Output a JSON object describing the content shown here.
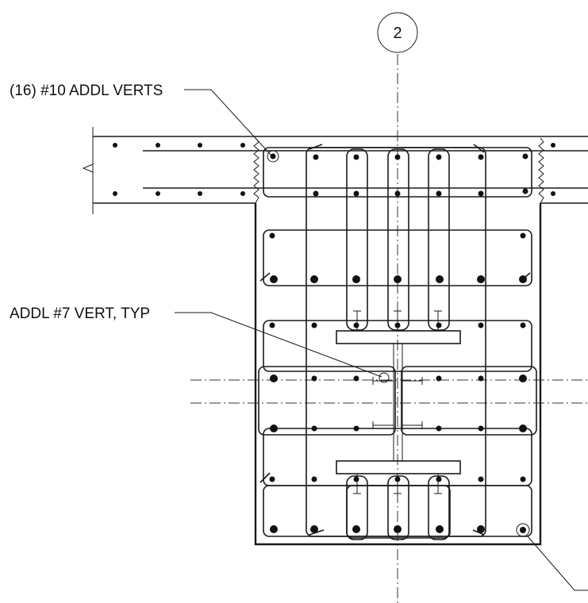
{
  "grid": {
    "label": "2"
  },
  "notes": {
    "vert_bars": "(16) #10 ADDL VERTS",
    "addl_vert": "ADDL #7 VERT, TYP"
  }
}
